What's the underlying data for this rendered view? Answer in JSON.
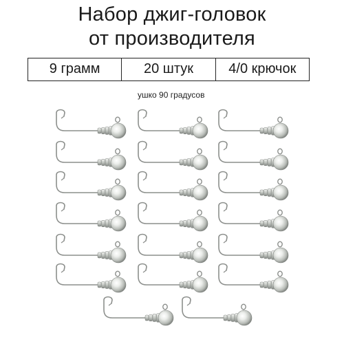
{
  "title": {
    "line1": "Набор джиг-головок",
    "line2": "от производителя"
  },
  "specs": [
    {
      "label": "9 грамм"
    },
    {
      "label": "20 штук"
    },
    {
      "label": "4/0 крючок"
    }
  ],
  "note": "ушко 90 градусов",
  "product": {
    "item_count": 20,
    "colors": {
      "metal_light": "#f4f6f4",
      "metal_mid": "#c9ccc8",
      "metal_dark": "#7d817d",
      "wire": "#8c8f8c"
    }
  }
}
